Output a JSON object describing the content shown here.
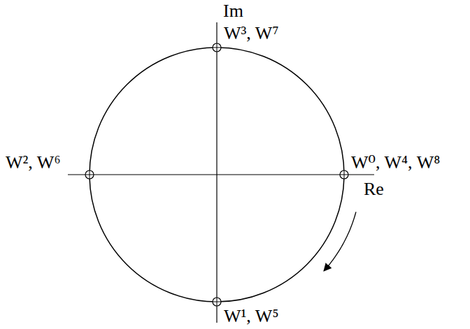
{
  "diagram": {
    "labels": [
      "Im",
      "W³, W⁷",
      "W², W⁶",
      "W⁰, W⁴, W⁸",
      "Re",
      "W¹, W⁵"
    ]
  }
}
